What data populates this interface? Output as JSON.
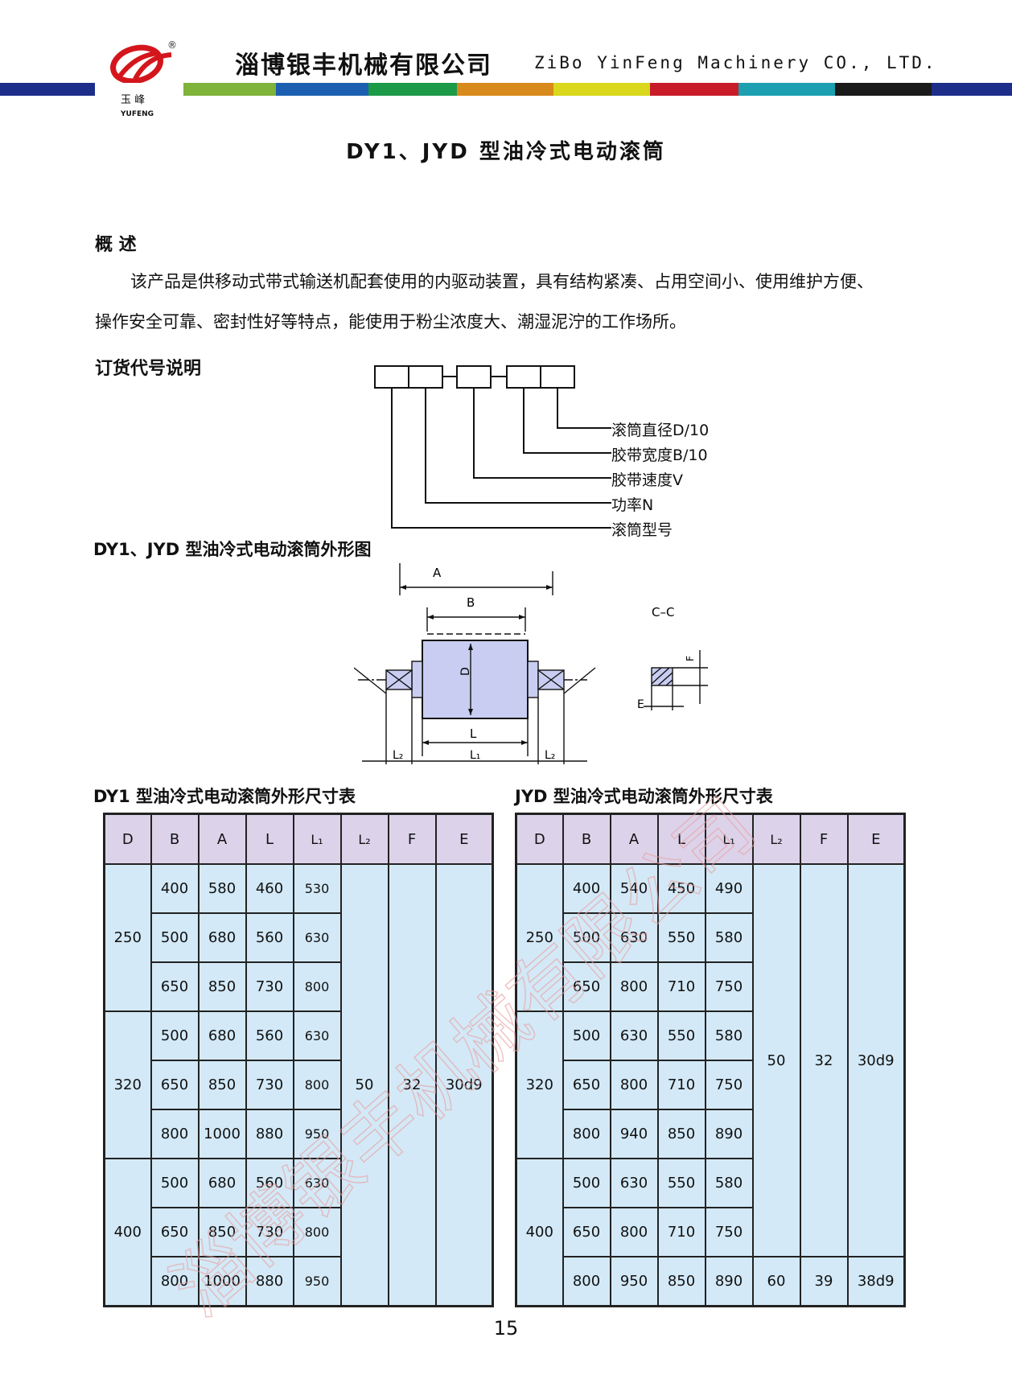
{
  "header": {
    "logo_cn": "玉 峰",
    "logo_en": "YUFENG",
    "registered_mark": "®",
    "company_cn": "淄博银丰机械有限公司",
    "company_en": "ZiBo YinFeng Machinery CO., LTD.",
    "stripe_colors": [
      "#1c2d8a",
      "#ffffff",
      "#7fb33a",
      "#1c5fb0",
      "#1c9a48",
      "#d98a1c",
      "#d9d81c",
      "#c81c2a",
      "#1c9fb0",
      "#1a1a1a",
      "#1c2d8a"
    ]
  },
  "title": "DY1、JYD 型油冷式电动滚筒",
  "overview": {
    "heading": "概 述",
    "line1": "该产品是供移动式带式输送机配套使用的内驱动装置，具有结构紧凑、占用空间小、使用维护方便、",
    "line2": "操作安全可靠、密封性好等特点，能使用于粉尘浓度大、潮湿泥泞的工作场所。"
  },
  "order_code": {
    "heading": "订货代号说明",
    "labels": [
      "滚筒直径D/10",
      "胶带宽度B/10",
      "胶带速度V",
      "功率N",
      "滚筒型号"
    ]
  },
  "drawing": {
    "heading": "DY1、JYD 型油冷式电动滚筒外形图",
    "dim_A": "A",
    "dim_B": "B",
    "dim_D": "D",
    "dim_L": "L",
    "dim_L1": "L₁",
    "dim_L2_left": "L₂",
    "dim_L2_right": "L₂",
    "section": "C–C",
    "dim_F": "F",
    "dim_E": "E"
  },
  "dy1_table": {
    "title": "DY1 型油冷式电动滚筒外形尺寸表",
    "headers": [
      "D",
      "B",
      "A",
      "L",
      "L₁",
      "L₂",
      "F",
      "E"
    ],
    "groups": [
      {
        "D": "250",
        "rows": [
          [
            "400",
            "580",
            "460",
            "530"
          ],
          [
            "500",
            "680",
            "560",
            "630"
          ],
          [
            "650",
            "850",
            "730",
            "800"
          ]
        ]
      },
      {
        "D": "320",
        "rows": [
          [
            "500",
            "680",
            "560",
            "630"
          ],
          [
            "650",
            "850",
            "730",
            "800"
          ],
          [
            "800",
            "1000",
            "880",
            "950"
          ]
        ]
      },
      {
        "D": "400",
        "rows": [
          [
            "500",
            "680",
            "560",
            "630"
          ],
          [
            "650",
            "850",
            "730",
            "800"
          ],
          [
            "800",
            "1000",
            "880",
            "950"
          ]
        ]
      }
    ],
    "L2": "50",
    "F": "32",
    "E": "30d9"
  },
  "jyd_table": {
    "title": "JYD 型油冷式电动滚筒外形尺寸表",
    "headers": [
      "D",
      "B",
      "A",
      "L",
      "L₁",
      "L₂",
      "F",
      "E"
    ],
    "groups": [
      {
        "D": "250",
        "rows": [
          [
            "400",
            "540",
            "450",
            "490"
          ],
          [
            "500",
            "630",
            "550",
            "580"
          ],
          [
            "650",
            "800",
            "710",
            "750"
          ]
        ]
      },
      {
        "D": "320",
        "rows": [
          [
            "500",
            "630",
            "550",
            "580"
          ],
          [
            "650",
            "800",
            "710",
            "750"
          ],
          [
            "800",
            "940",
            "850",
            "890"
          ]
        ]
      },
      {
        "D": "400",
        "rows": [
          [
            "500",
            "630",
            "550",
            "580"
          ],
          [
            "650",
            "800",
            "710",
            "750"
          ],
          [
            "800",
            "950",
            "850",
            "890"
          ]
        ]
      }
    ],
    "L2": "50",
    "F": "32",
    "E": "30d9",
    "last_L2": "60",
    "last_F": "39",
    "last_E": "38d9"
  },
  "watermark": "淄博银丰机械有限公司",
  "page_number": "15"
}
